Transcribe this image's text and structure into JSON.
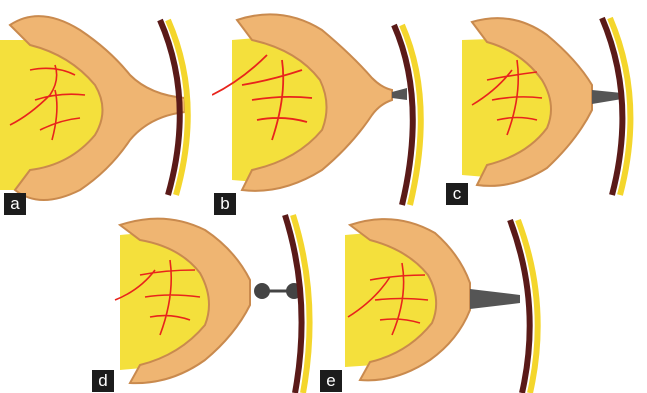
{
  "figure": {
    "panels": [
      {
        "id": "a",
        "label": "a"
      },
      {
        "id": "b",
        "label": "b"
      },
      {
        "id": "c",
        "label": "c"
      },
      {
        "id": "d",
        "label": "d"
      },
      {
        "id": "e",
        "label": "e"
      }
    ],
    "colors": {
      "fat": "#f4e03c",
      "bowel": "#efb572",
      "bowel_edge": "#c98a4e",
      "vessel": "#e8241c",
      "wall_yellow": "#f4d62c",
      "wall_dark": "#5a1a18",
      "tract": "#555555",
      "divider": "#7a7a7a"
    }
  }
}
